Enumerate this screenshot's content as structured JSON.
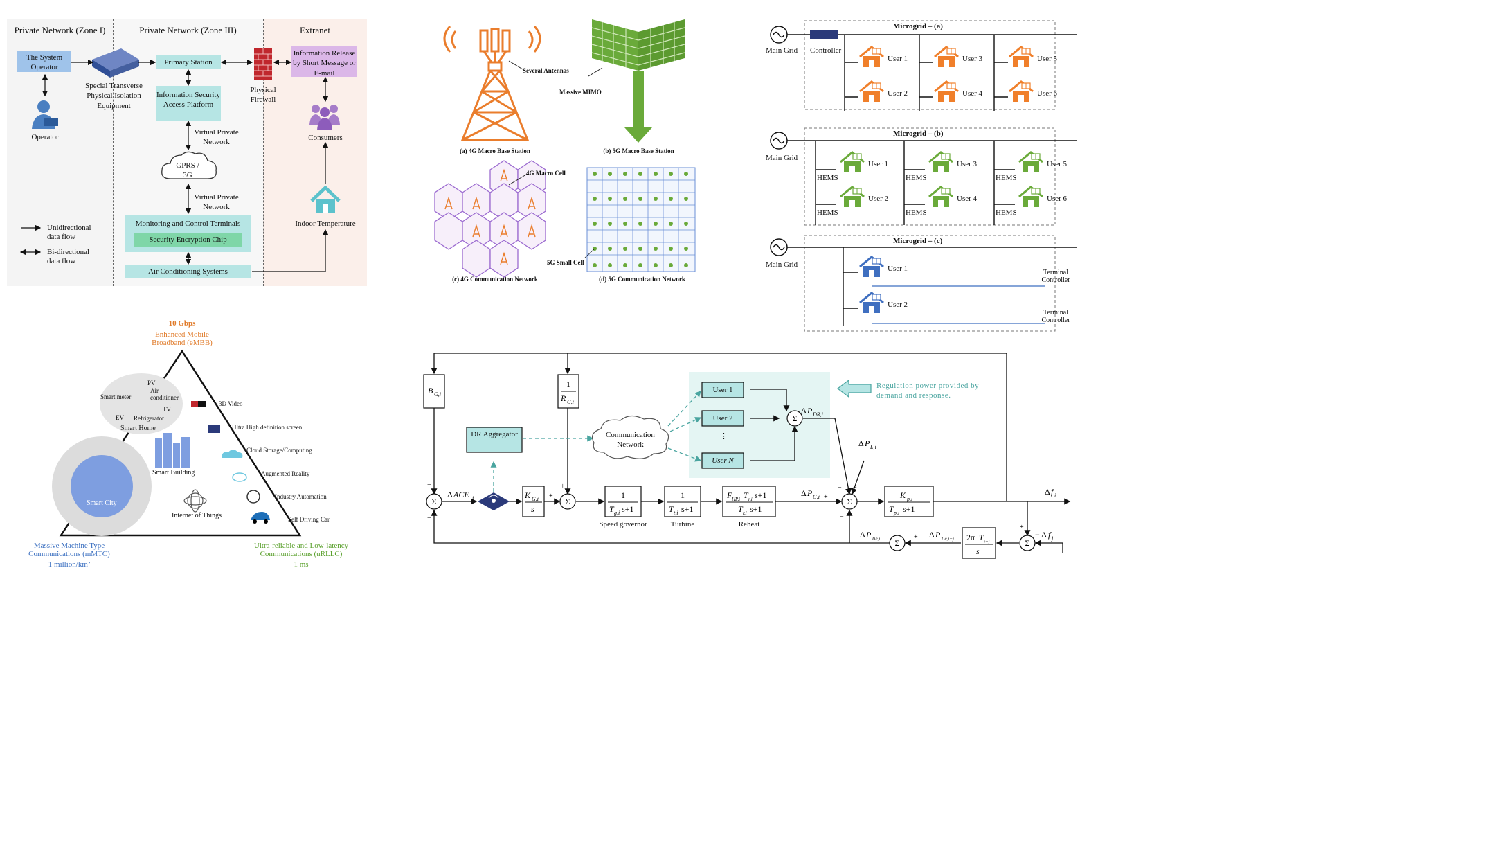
{
  "zones": {
    "zone1": "Private Network (Zone I)",
    "zone3": "Private Network (Zone III)",
    "extranet": "Extranet"
  },
  "sec": {
    "system_operator": "The System Operator",
    "operator": "Operator",
    "isolation": "Special Transverse Physical Isolation Equipment",
    "primary_station": "Primary Station",
    "isap": "Information Security Access Platform",
    "vpn1": "Virtual Private Network",
    "gprs": "GPRS / 3G",
    "vpn2": "Virtual Private Network",
    "mct": "Monitoring and Control Terminals",
    "chip": "Security Encryption Chip",
    "acs": "Air Conditioning Systems",
    "firewall": "Physical Firewall",
    "info_release": "Information Release by Short Message or E-mail",
    "consumers": "Consumers",
    "indoor_temp": "Indoor Temperature",
    "legend_uni": "Unidirectional data flow",
    "legend_bi": "Bi-directional data flow"
  },
  "g5": {
    "several_antennas": "Several Antennas",
    "massive_mimo": "Massive MIMO",
    "cap_a": "(a) 4G Macro Base Station",
    "cap_b": "(b) 5G Macro Base Station",
    "macro_cell": "4G Macro Cell",
    "small_cell": "5G Small Cell",
    "cap_c": "(c) 4G Communication Network",
    "cap_d": "(d) 5G Communication Network"
  },
  "micro": {
    "a_title": "Microgrid – (a)",
    "b_title": "Microgrid – (b)",
    "c_title": "Microgrid – (c)",
    "main_grid": "Main Grid",
    "controller": "Controller",
    "hems": "HEMS",
    "terminal_controller": "Terminal Controller",
    "users": [
      "User 1",
      "User 2",
      "User 3",
      "User 4",
      "User 5",
      "User 6"
    ],
    "colors": {
      "a": "#f07f2a",
      "b": "#6aaa3a",
      "c": "#3f6fc0"
    }
  },
  "tri": {
    "embb_rate": "10 Gbps",
    "embb": "Enhanced Mobile Broadband (eMBB)",
    "mmtc": "Massive Machine Type Communications (mMTC)",
    "mmtc_rate": "1 million/km²",
    "urllc": "Ultra-reliable and Low-latency Communications (uRLLC)",
    "urllc_rate": "1 ms",
    "smart_meter": "Smart meter",
    "pv": "PV",
    "air_cond": "Air conditioner",
    "ev": "EV",
    "tv": "TV",
    "fridge": "Refrigerator",
    "smart_home": "Smart Home",
    "smart_city": "Smart City",
    "smart_building": "Smart Building",
    "iot": "Internet of Things",
    "apps": [
      "3D Video",
      "Ultra High definition screen",
      "Cloud Storage/Computing",
      "Augmented Reality",
      "Industry Automation",
      "Self Driving Car"
    ],
    "colors": {
      "embb": "#e07b2a",
      "mmtc": "#3a6fc0",
      "urllc": "#5aa02c"
    }
  },
  "ctrl": {
    "reg_note": "Regulation power provided by demand and response.",
    "dr_agg": "DR Aggregator",
    "comm_net": "Communication Network",
    "user1": "User 1",
    "user2": "User 2",
    "userN": "User N",
    "speed_gov": "Speed governor",
    "turbine": "Turbine",
    "reheat": "Reheat"
  }
}
